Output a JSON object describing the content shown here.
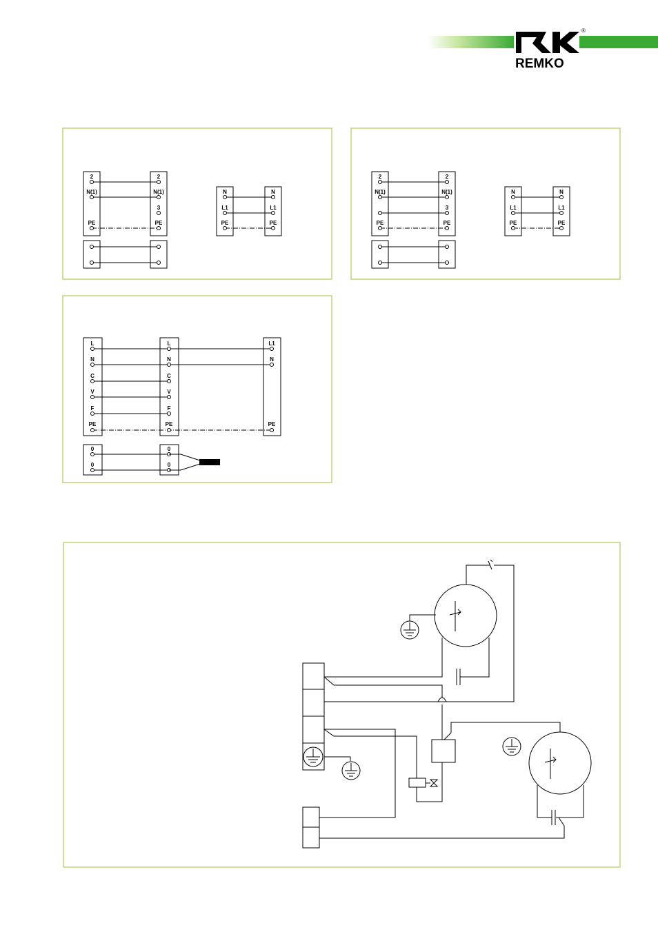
{
  "brand": {
    "logo_text": "REMKO",
    "registered": "®",
    "colors": {
      "green": "#3aaa35",
      "green_light": "#c8e6a0",
      "frame": "#b5c45a"
    }
  },
  "panel_a": {
    "left_strip": [
      "2",
      "N(1)",
      "PE"
    ],
    "right_strip": [
      "2",
      "N(1)",
      "3",
      "PE"
    ],
    "mains_left": [
      "N",
      "L1",
      "PE"
    ],
    "mains_right": [
      "N",
      "L1",
      "PE"
    ]
  },
  "panel_b": {
    "left_strip": [
      "2",
      "N(1)",
      "PE"
    ],
    "right_strip": [
      "2",
      "N(1)",
      "3",
      "PE"
    ],
    "mains_left": [
      "N",
      "L1",
      "PE"
    ],
    "mains_right": [
      "N",
      "L1",
      "PE"
    ]
  },
  "panel_c": {
    "strip_1": [
      "L",
      "N",
      "C",
      "V",
      "F",
      "PE"
    ],
    "strip_2": [
      "L",
      "N",
      "C",
      "V",
      "F",
      "PE"
    ],
    "strip_3": [
      "L1",
      "N",
      "PE"
    ],
    "bus_1": [
      "0",
      "0"
    ],
    "bus_2": [
      "0",
      "0"
    ]
  },
  "schematic": {
    "icons": [
      "ground-symbol-icon",
      "motor-icon",
      "capacitor-icon",
      "relay-coil-icon",
      "valve-icon",
      "switch-icon"
    ]
  }
}
